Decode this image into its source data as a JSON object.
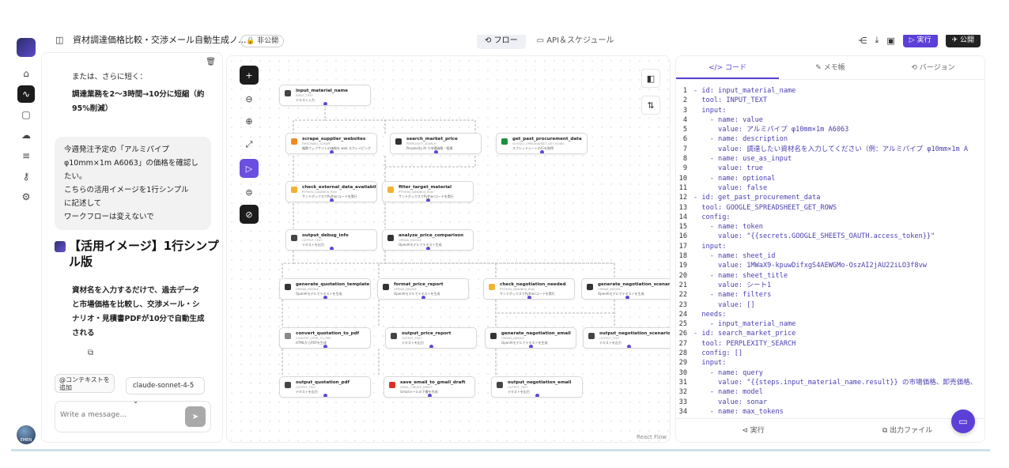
{
  "header": {
    "title": "資材調達価格比較・交渉メール自動生成ノ...",
    "visibility_badge": "非公開",
    "tabs": [
      {
        "label": "フロー",
        "active": true
      },
      {
        "label": "API＆スケジュール",
        "active": false
      }
    ],
    "run_label": "実行",
    "publish_label": "公開"
  },
  "chat": {
    "line1": "または、さらに短く：",
    "line2": "調達業務を2〜3時間→10分に短縮（約",
    "line3": "95%削減）",
    "bubble": [
      "今週発注予定の「アルミパイプ",
      "φ10mm×1m A6063」の価格を確認し",
      "たい。",
      "こちらの活用イメージを1行シンプル",
      "に記述して",
      "ワークフローは変えないで"
    ],
    "heading": "【活用イメージ】1行シンプル版",
    "answer": [
      "資材名を入力するだけで、過去データ",
      "と市場価格を比較し、交渉メール・シ",
      "ナリオ・見積書PDFが10分で自動生成",
      "される"
    ],
    "context_button": "@コンテキストを追加",
    "model": "claude-sonnet-4-5",
    "input_placeholder": "Write a message...",
    "avatar_text": "EMBN"
  },
  "canvas": {
    "footer_label": "React Flow",
    "nodes": [
      {
        "id": "input_material_name",
        "desc": "テキスト入力",
        "tool": "INPUT_TEXT",
        "color": "#444"
      },
      {
        "id": "scrape_supplier_websites",
        "desc": "複数ウェブサイトの価格を web スクレイピング",
        "tool": "FIRECRAWL_SCRAPE",
        "color": "#f08a24"
      },
      {
        "id": "search_market_price",
        "desc": "Perplexity AI で市場価格・相場",
        "tool": "PERPLEXITY_SEARCH",
        "color": "#333"
      },
      {
        "id": "get_past_procurement_data",
        "desc": "スプレッドシートの行を取得",
        "tool": "GOOGLE_SPREADSHEET_GET_ROWS",
        "color": "#1e8e3e"
      },
      {
        "id": "check_external_data_availability",
        "desc": "サンドボックスでPythonコードを実行",
        "tool": "PYTHON_SANDBOX_RUN",
        "color": "#f2b233"
      },
      {
        "id": "filter_target_material",
        "desc": "サンドボックスでPythonコードを実行",
        "tool": "PYTHON_SANDBOX_RUN",
        "color": "#f2b233"
      },
      {
        "id": "output_debug_info",
        "desc": "テキストを出力",
        "tool": "OUTPUT_TEXT",
        "color": "#444"
      },
      {
        "id": "analyze_price_comparison",
        "desc": "OpenAIモデルでテキスト生成",
        "tool": "OPENAI_INVOKE",
        "color": "#333"
      },
      {
        "id": "generate_quotation_template",
        "desc": "OpenAIモデルでテキストを生成",
        "tool": "OPENAI_INVOKE",
        "color": "#333"
      },
      {
        "id": "format_price_report",
        "desc": "OpenAIモデルでテキストを生成",
        "tool": "OPENAI_INVOKE",
        "color": "#333"
      },
      {
        "id": "check_negotiation_needed",
        "desc": "サンドボックスでPythonコードを実行",
        "tool": "PYTHON_SANDBOX_RUN",
        "color": "#f2b233"
      },
      {
        "id": "generate_negotiation_scenarios",
        "desc": "OpenAIモデルでテキストを生成",
        "tool": "OPENAI_INVOKE",
        "color": "#333"
      },
      {
        "id": "convert_quotation_to_pdf",
        "desc": "HTMLからPDFを生成",
        "tool": "CONVERT_HTML_TO_PDF",
        "color": "#888"
      },
      {
        "id": "output_price_report",
        "desc": "テキストを出力",
        "tool": "OUTPUT_TEXT",
        "color": "#444"
      },
      {
        "id": "generate_negotiation_email",
        "desc": "OpenAIモデルでテキストを生成",
        "tool": "OPENAI_INVOKE",
        "color": "#333"
      },
      {
        "id": "output_negotiation_scenarios",
        "desc": "テキストを出力",
        "tool": "OUTPUT_TEXT",
        "color": "#444"
      },
      {
        "id": "output_quotation_pdf",
        "desc": "テキストを出力",
        "tool": "OUTPUT_TEXT",
        "color": "#444"
      },
      {
        "id": "save_email_to_gmail_draft",
        "desc": "Gmailメールの下書を作成",
        "tool": "GMAIL_CREATE_DRAFT",
        "color": "#d93025"
      },
      {
        "id": "output_negotiation_email",
        "desc": "テキストを出力",
        "tool": "OUTPUT_TEXT",
        "color": "#444"
      }
    ]
  },
  "code_panel": {
    "tabs": [
      {
        "label": "</> コード",
        "active": true
      },
      {
        "label": "メモ帳",
        "active": false
      },
      {
        "label": "バージョン",
        "active": false
      }
    ],
    "lines": [
      "- id: input_material_name",
      "  tool: INPUT_TEXT",
      "  input:",
      "    - name: value",
      "      value: アルミパイプ φ10mm×1m A6063",
      "    - name: description",
      "      value: 調達したい資材名を入力してください（例：アルミパイプ φ10mm×1m A",
      "    - name: use_as_input",
      "      value: true",
      "    - name: optional",
      "      value: false",
      "- id: get_past_procurement_data",
      "  tool: GOOGLE_SPREADSHEET_GET_ROWS",
      "  config:",
      "    - name: token",
      "      value: \"{{secrets.GOOGLE_SHEETS_OAUTH.access_token}}\"",
      "  input:",
      "    - name: sheet_id",
      "      value: 1MWaX9-kpuwDifxgS4AEWGMo-OszAI2jAU22iLO3f8vw",
      "    - name: sheet_title",
      "      value: シート1",
      "    - name: filters",
      "      value: []",
      "  needs:",
      "    - input_material_name",
      "- id: search_market_price",
      "  tool: PERPLEXITY_SEARCH",
      "  config: []",
      "  input:",
      "    - name: query",
      "      value: \"{{steps.input_material_name.result}} の市場価格、卸売価格、",
      "    - name: model",
      "      value: sonar",
      "    - name: max_tokens"
    ],
    "footer": {
      "run_label": "実行",
      "output_label": "出力ファイル"
    }
  }
}
